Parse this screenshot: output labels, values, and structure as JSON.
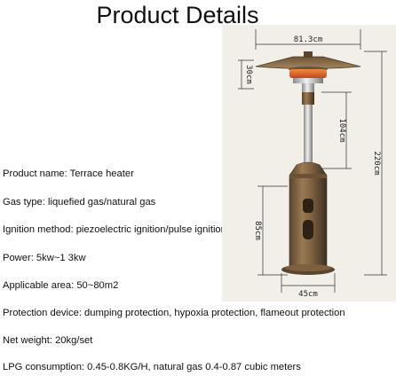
{
  "page": {
    "title": "Product Details"
  },
  "specs": [
    "Product name: Terrace heater",
    "Gas type: liquefied gas/natural gas",
    "Ignition method: piezoelectric ignition/pulse ignition",
    "Power: 5kw~1 3kw",
    "Applicable area: 50~80m2",
    "Protection device: dumping protection, hypoxia protection, flameout protection",
    "Net weight: 20kg/set",
    "LPG consumption: 0.45-0.8KG/H, natural gas 0.4-0.87 cubic meters"
  ],
  "dimensions": {
    "top_width": "81.3cm",
    "head_height": "30cm",
    "pole_height": "104cm",
    "total_height": "220cm",
    "base_height": "85cm",
    "base_width": "45cm"
  },
  "colors": {
    "panel_background": "#f2efe9",
    "heater_bronze": "#8a6a45",
    "heater_dark": "#4b3a28",
    "steel": "#b9b9b9",
    "flame": "#d65a2a"
  }
}
